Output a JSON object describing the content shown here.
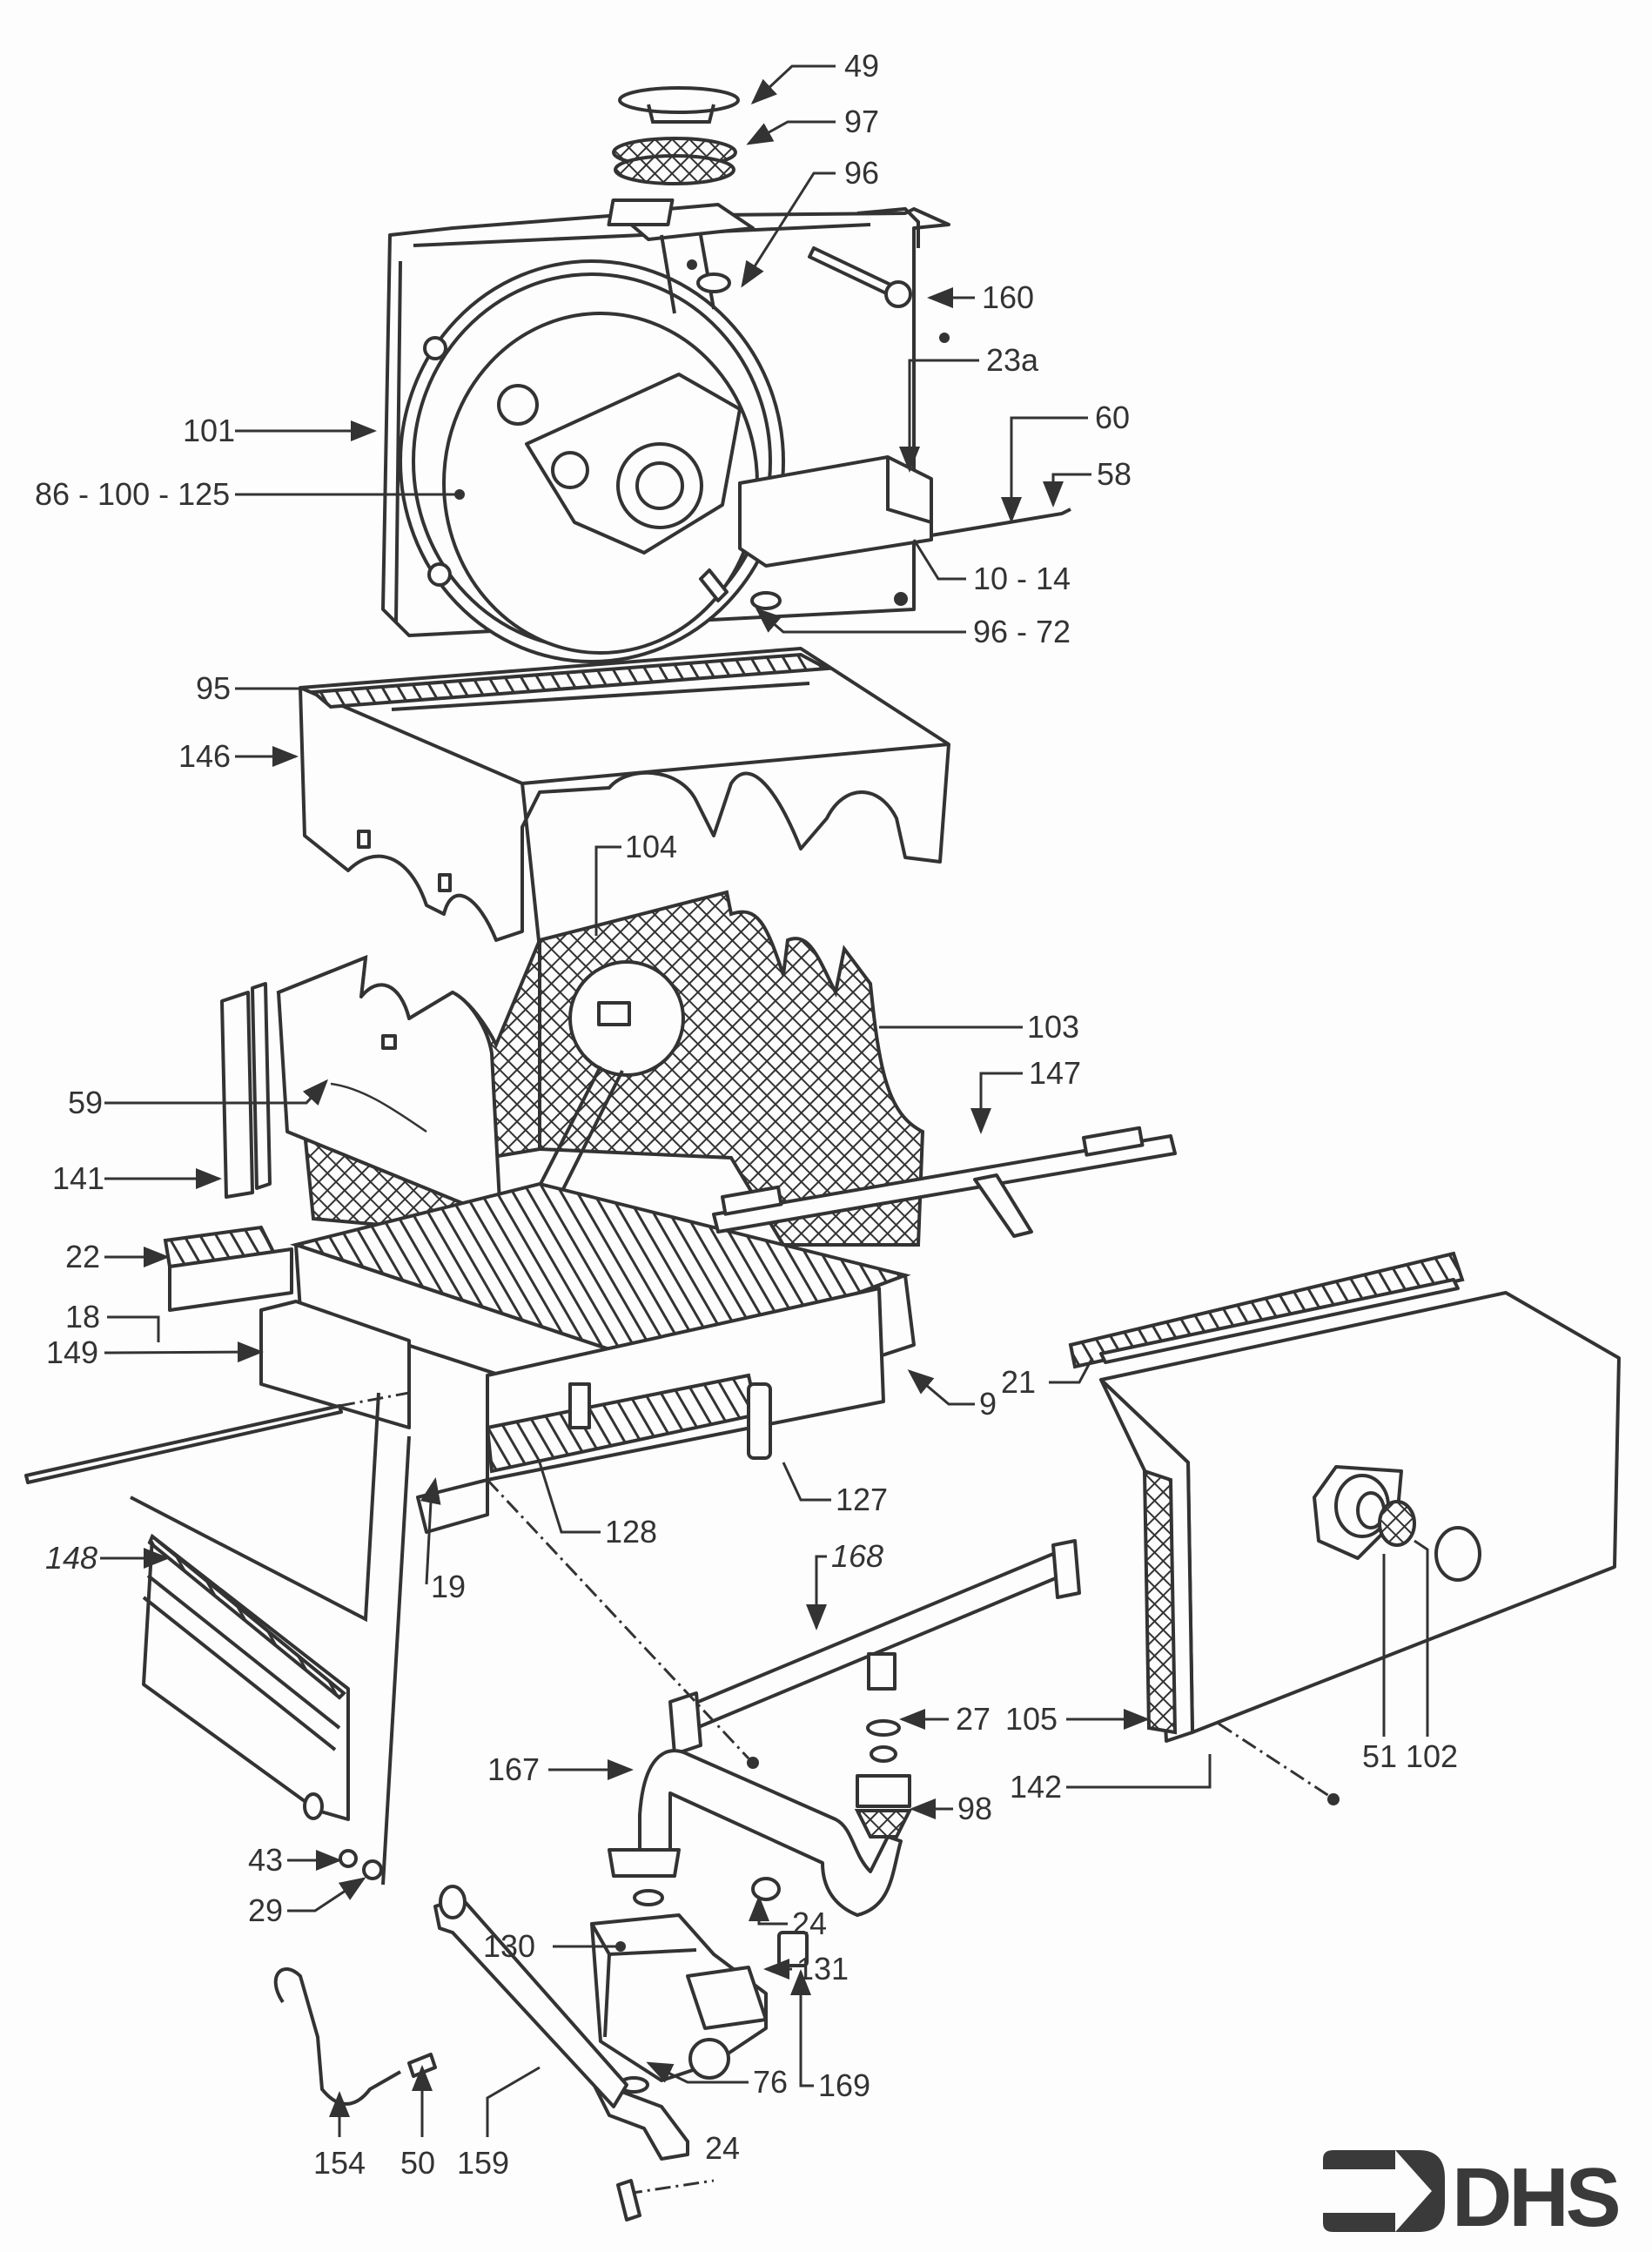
{
  "diagram": {
    "type": "exploded-parts-diagram",
    "subject": "Gas boiler combustion chamber, fan and gas valve assembly",
    "labels": [
      {
        "id": "49",
        "text": "49"
      },
      {
        "id": "97",
        "text": "97"
      },
      {
        "id": "96",
        "text": "96"
      },
      {
        "id": "160",
        "text": "160"
      },
      {
        "id": "23a",
        "text": "23a"
      },
      {
        "id": "101",
        "text": "101"
      },
      {
        "id": "60",
        "text": "60"
      },
      {
        "id": "58",
        "text": "58"
      },
      {
        "id": "86-100-125",
        "text": "86 - 100 - 125"
      },
      {
        "id": "10-14",
        "text": "10 - 14"
      },
      {
        "id": "96-72",
        "text": "96 - 72"
      },
      {
        "id": "95",
        "text": "95"
      },
      {
        "id": "146",
        "text": "146"
      },
      {
        "id": "104",
        "text": "104"
      },
      {
        "id": "103",
        "text": "103"
      },
      {
        "id": "147",
        "text": "147"
      },
      {
        "id": "59",
        "text": "59"
      },
      {
        "id": "141",
        "text": "141"
      },
      {
        "id": "22",
        "text": "22"
      },
      {
        "id": "149",
        "text": "149"
      },
      {
        "id": "9",
        "text": "9"
      },
      {
        "id": "21",
        "text": "21"
      },
      {
        "id": "18",
        "text": "18"
      },
      {
        "id": "127",
        "text": "127"
      },
      {
        "id": "128",
        "text": "128"
      },
      {
        "id": "148",
        "text": "148",
        "italic": true
      },
      {
        "id": "19",
        "text": "19"
      },
      {
        "id": "168",
        "text": "168",
        "italic": true
      },
      {
        "id": "27",
        "text": "27"
      },
      {
        "id": "105",
        "text": "105"
      },
      {
        "id": "51",
        "text": "51"
      },
      {
        "id": "102",
        "text": "102"
      },
      {
        "id": "142",
        "text": "142"
      },
      {
        "id": "167",
        "text": "167"
      },
      {
        "id": "98",
        "text": "98"
      },
      {
        "id": "43",
        "text": "43"
      },
      {
        "id": "29",
        "text": "29"
      },
      {
        "id": "24a",
        "text": "24"
      },
      {
        "id": "130",
        "text": "130"
      },
      {
        "id": "131",
        "text": "131"
      },
      {
        "id": "76",
        "text": "76"
      },
      {
        "id": "169",
        "text": "169"
      },
      {
        "id": "154",
        "text": "154"
      },
      {
        "id": "50",
        "text": "50"
      },
      {
        "id": "159",
        "text": "159"
      },
      {
        "id": "24b",
        "text": "24"
      }
    ]
  },
  "logo": {
    "text": "DHS",
    "icon": "arrow-right-icon"
  }
}
